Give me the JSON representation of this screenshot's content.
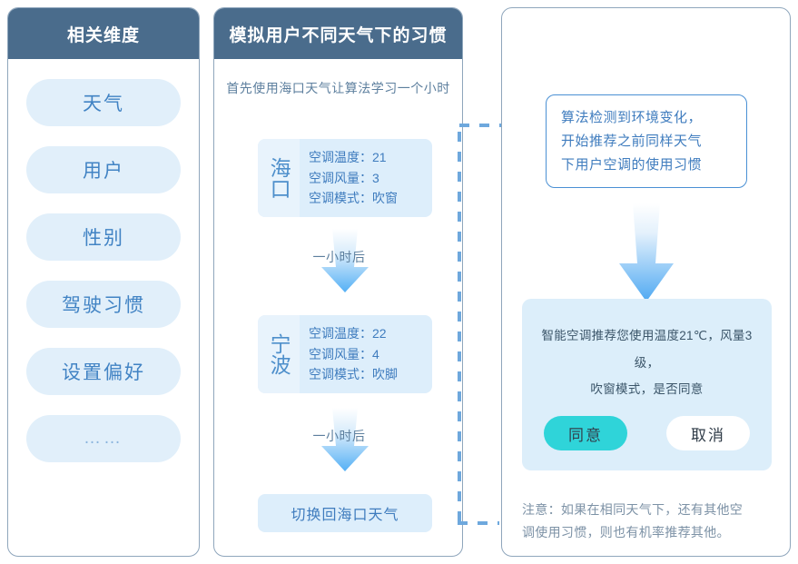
{
  "left_panel": {
    "title": "相关维度",
    "items": [
      {
        "label": "天气"
      },
      {
        "label": "用户"
      },
      {
        "label": "性别"
      },
      {
        "label": "驾驶习惯"
      },
      {
        "label": "设置偏好"
      },
      {
        "label": "……"
      }
    ]
  },
  "middle_panel": {
    "title": "模拟用户不同天气下的习惯",
    "caption": "首先使用海口天气让算法学习一个小时",
    "cards": [
      {
        "city": "海口",
        "lines": [
          "空调温度：21",
          "空调风量：3",
          "空调模式：吹窗"
        ]
      },
      {
        "city": "宁波",
        "lines": [
          "空调温度：22",
          "空调风量：4",
          "空调模式：吹脚"
        ]
      }
    ],
    "arrow_label_1": "一小时后",
    "arrow_label_2": "一小时后",
    "switch_box": "切换回海口天气"
  },
  "right_panel": {
    "callout_lines": [
      "算法检测到环境变化，",
      "开始推荐之前同样天气",
      "下用户空调的使用习惯"
    ],
    "dialog": {
      "line1": "智能空调推荐您使用温度21℃，风量3级，",
      "line2": "吹窗模式，是否同意",
      "agree_label": "同意",
      "cancel_label": "取消"
    },
    "note_lines": [
      "注意：如果在相同天气下，还有其他空",
      "调使用习惯，则也有机率推荐其他。"
    ]
  },
  "colors": {
    "header_bg": "#4a6c8c",
    "pill_bg": "#e1effa",
    "pill_text": "#4183c4",
    "card_bg": "#ddeefb",
    "accent_blue": "#4a90d4",
    "agree_cyan": "#2fd4d9",
    "note_text": "#7d92a6"
  }
}
